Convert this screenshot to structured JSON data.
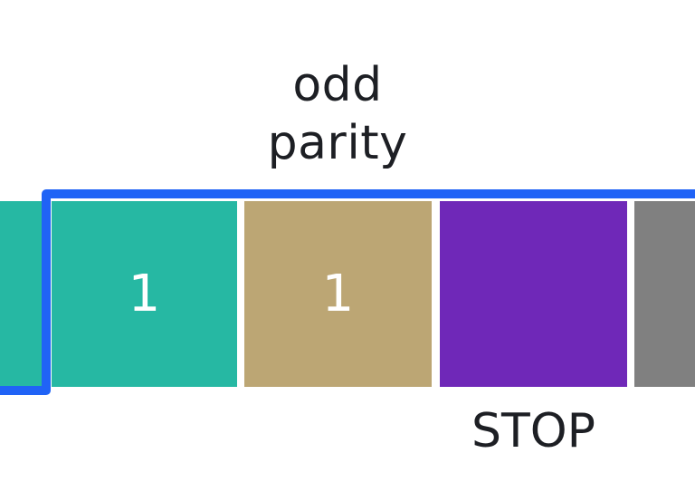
{
  "title": {
    "line1": "odd",
    "line2": "parity"
  },
  "blocks": [
    {
      "label": "",
      "color": "#26b8a3"
    },
    {
      "label": "1",
      "color": "#26b8a3"
    },
    {
      "label": "1",
      "color": "#bca674"
    },
    {
      "label": "",
      "color": "#6f28b8"
    },
    {
      "label": "",
      "color": "#808080"
    }
  ],
  "stop_label": "STOP",
  "bracket_color": "#2063f6"
}
